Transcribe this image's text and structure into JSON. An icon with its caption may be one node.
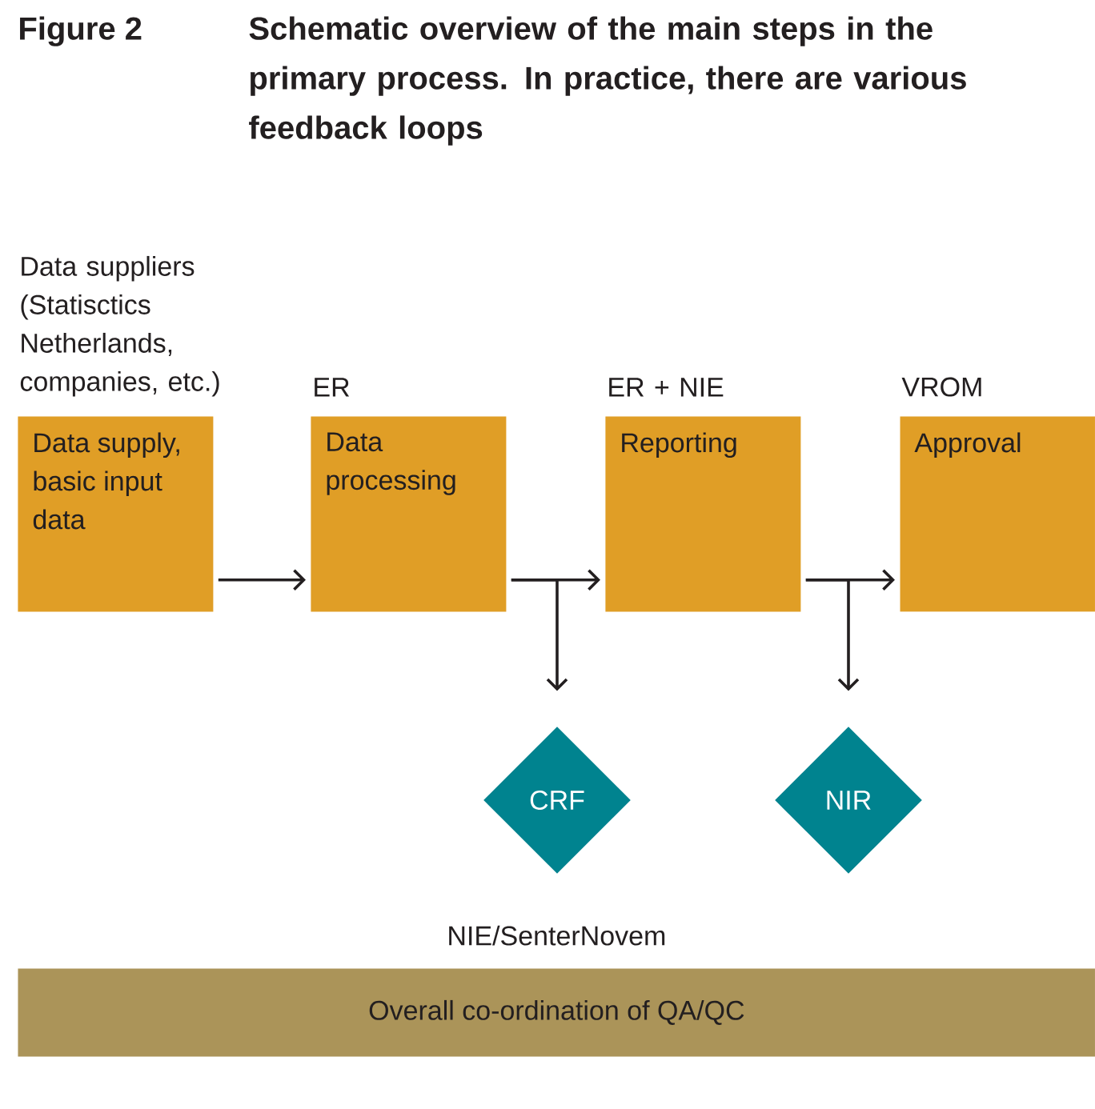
{
  "diagram": {
    "title": "Schematic overview of the main steps in the primary process. In practice, there are various feedback loops",
    "nodes": [
      {
        "text": [
          "Data supply, basic input data"
        ],
        "beside": [
          "Data suppliers (Statisctics Netherlands, companies, etc.)"
        ]
      },
      {
        "text": [
          "Data processing"
        ],
        "beside": [
          "ER"
        ]
      },
      {
        "text": [
          "Reporting"
        ],
        "beside": [
          "ER + NIE"
        ]
      },
      {
        "text": [
          "Approval"
        ],
        "beside": [
          "VROM"
        ]
      },
      {
        "text": [
          "CRF"
        ]
      },
      {
        "text": [
          "NIR"
        ]
      },
      {
        "text": [
          "Overall co-ordination of QA/QC"
        ],
        "beside": [
          "NIE/SenterNovem"
        ]
      }
    ],
    "edges": [
      {
        "from": 0,
        "to": 1,
        "arrow": "to"
      },
      {
        "from": 1,
        "to": 2,
        "arrow": "to"
      },
      {
        "from": 1,
        "to": 4,
        "arrow": "to"
      },
      {
        "from": 2,
        "to": 3,
        "arrow": "to"
      },
      {
        "from": 2,
        "to": 5,
        "arrow": "to"
      }
    ],
    "labels": [
      "Figure 2"
    ]
  }
}
